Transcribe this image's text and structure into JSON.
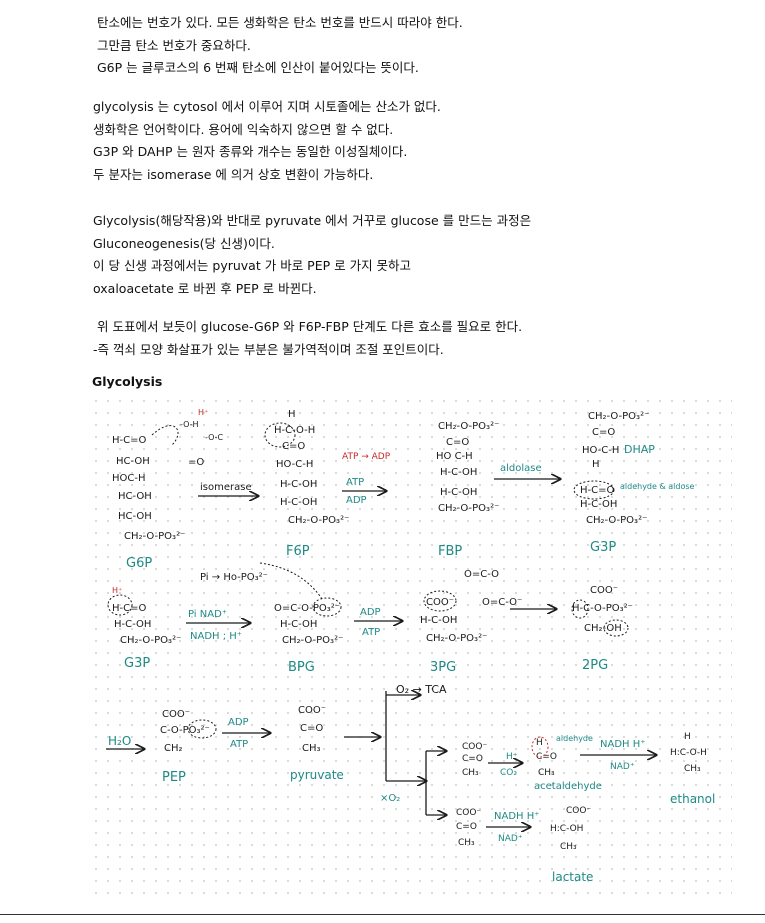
{
  "paragraph1": [
    "탄소에는 번호가 있다. 모든 생화학은 탄소 번호를 반드시 따라야 한다.",
    "그만큼 탄소 번호가 중요하다.",
    "G6P 는 글루코스의 6 번째 탄소에 인산이 붙어있다는 뜻이다."
  ],
  "paragraph2": [
    "glycolysis 는 cytosol 에서 이루어 지며 시토졸에는 산소가 없다.",
    "생화학은 언어학이다. 용어에 익숙하지 않으면 할 수 없다.",
    "G3P 와 DAHP 는 원자 종류와 개수는 동일한 이성질체이다.",
    "두 분자는 isomerase 에 의거 상호 변환이 가능하다."
  ],
  "paragraph3": [
    "Glycolysis(해당작용)와 반대로 pyruvate 에서 거꾸로 glucose 를 만드는 과정은",
    "Gluconeogenesis(당 신생)이다.",
    "이 당 신생 과정에서는  pyruvat 가 바로 PEP 로 가지 못하고",
    "oxaloacetate 로 바뀐 후 PEP 로 바뀐다."
  ],
  "paragraph4": [
    "위 도표에서 보듯이 glucose-G6P 와 F6P-FBP 단계도 다른 효소를 필요로 한다.",
    "-즉 꺽쇠 모양 화살표가 있는 부분은 불가역적이며 조절 포인트이다."
  ],
  "heading": "Glycolysis",
  "diagram": {
    "molecules": {
      "g6p": "G6P",
      "f6p": "F6P",
      "fbp": "FBP",
      "g3p_top": "G3P",
      "dhap": "DHAP",
      "g3p": "G3P",
      "bpg": "BPG",
      "3pg": "3PG",
      "2pg": "2PG",
      "pep": "PEP",
      "pyruvate": "pyruvate",
      "acetaldehyde": "acetaldehyde",
      "ethanol": "ethanol",
      "lactate": "lactate"
    },
    "arrows": {
      "isomerase": "isomerase",
      "atp_adp": "ATP → ADP",
      "atp1": "ATP",
      "adp1": "ADP",
      "aldolase": "aldolase",
      "aldehyde_aldose": "aldehyde & aldose",
      "pi_nad": "Pi  NAD⁺",
      "nadh_h": "NADH ; H⁺",
      "pi_hopo": "Pi → Ho-PO₃²⁻",
      "adp2": "ADP",
      "atp2": "ATP",
      "adp3": "ADP",
      "atp3": "ATP",
      "h2o": "H₂O",
      "o2_tca": "O₂ → TCA",
      "xo2": "×O₂",
      "h_plus": "H⁺",
      "co2": "CO₂",
      "nadh_h2": "NADH H⁺",
      "nad_plus": "NAD⁺",
      "nadh_h3": "NADH H⁺",
      "nad_plus2": "NAD⁺",
      "aldehyde_note": "aldehyde"
    },
    "colors": {
      "teal": "#1e8a86",
      "red": "#c62a2a",
      "ink": "#1b1b1b"
    }
  }
}
